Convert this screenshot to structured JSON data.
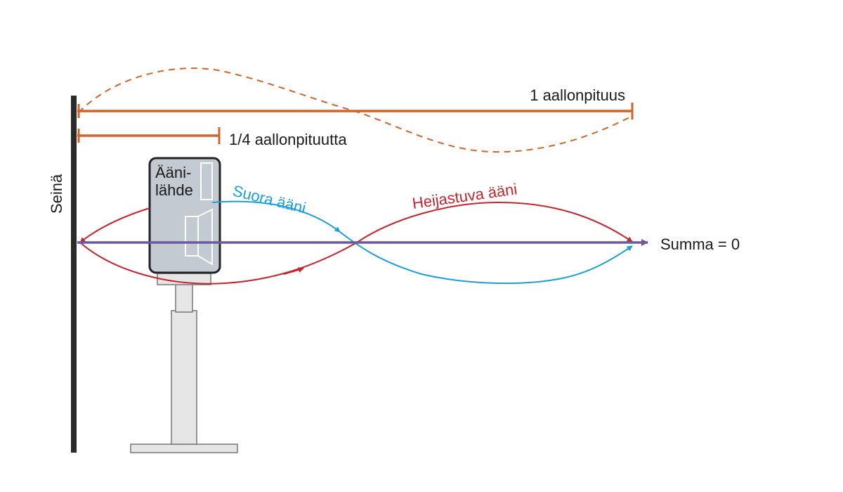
{
  "labels": {
    "wall": "Seinä",
    "wavelength_full": "1 aallonpituus",
    "wavelength_quarter": "1/4 aallonpituutta",
    "source_line1": "Ääni-",
    "source_line2": "lähde",
    "direct_sound": "Suora ääni",
    "reflected_sound": "Heijastuva ääni",
    "sum": "Summa = 0"
  },
  "colors": {
    "wall": "#2b2b2b",
    "dimension": "#d2642a",
    "direct": "#1a9fdc",
    "reflected": "#c4262e",
    "sum": "#6c5a9e",
    "speaker_body": "#c3cad2",
    "stand": "#e6e6e6"
  }
}
